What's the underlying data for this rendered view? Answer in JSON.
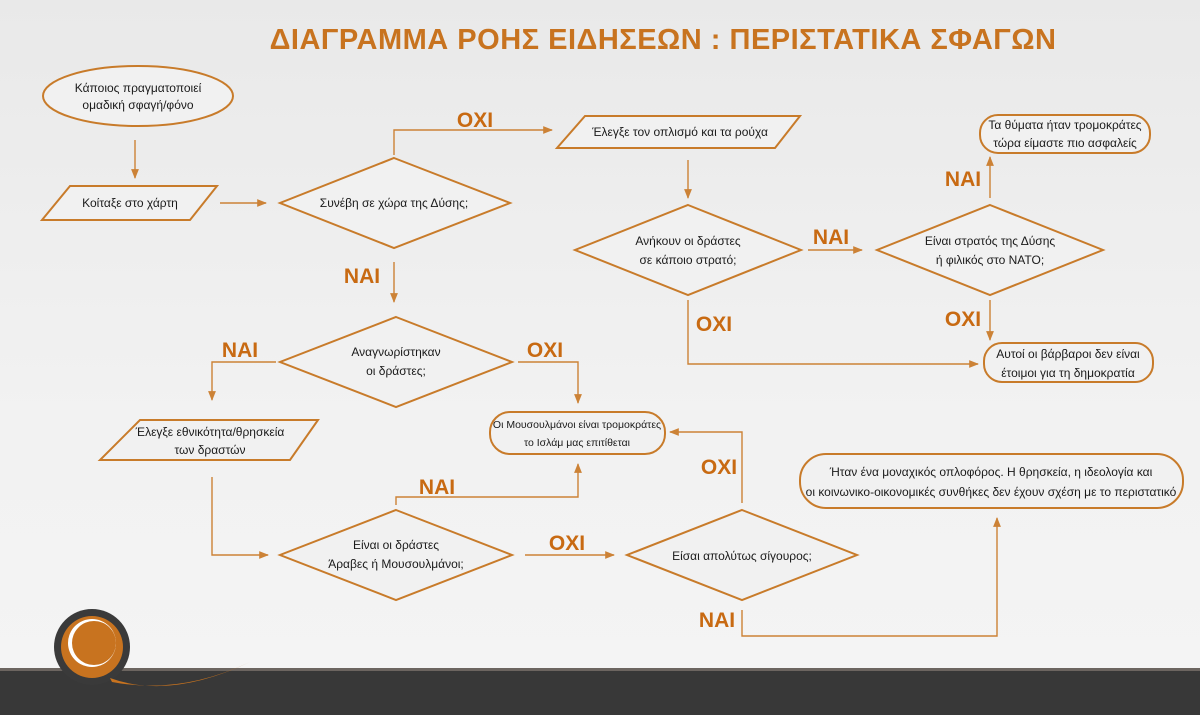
{
  "title": "ΔΙΑΓΡΑΜΜΑ ΡΟΗΣ ΕΙΔΗΣΕΩΝ : ΠΕΡΙΣΤΑΤΙΚΑ ΣΦΑΓΩΝ",
  "colors": {
    "accent": "#c8731f",
    "line": "#cc8236",
    "footer": "#383838"
  },
  "nodes": {
    "start": [
      "Κάποιος  πραγματοποιεί",
      "ομαδική σφαγή/φόνο"
    ],
    "map": [
      "Κοίταξε στο χάρτη"
    ],
    "west": [
      "Συνέβη σε χώρα της Δύσης;"
    ],
    "weapons": [
      "Έλεγξε τον οπλισμό και τα ρούχα"
    ],
    "army": [
      "Ανήκουν οι δράστες",
      "σε κάποιο στρατό;"
    ],
    "nato": [
      "Είναι στρατός της Δύσης",
      "ή φιλικός στο ΝΑΤΟ;"
    ],
    "victims": [
      "Τα θύματα ήταν τρομοκράτες",
      "τώρα είμαστε πιο ασφαλείς"
    ],
    "barbarians": [
      "Αυτοί οι βάρβαροι δεν είναι",
      "έτοιμοι για τη δημοκρατία"
    ],
    "identified": [
      "Αναγνωρίστηκαν",
      "οι δράστες;"
    ],
    "ethnicity": [
      "Έλεγξε εθνικότητα/θρησκεία",
      "των δραστών"
    ],
    "muslims": [
      "Οι Μουσουλμάνοι είναι τρομοκράτες",
      "το Ισλάμ μας επιτίθεται"
    ],
    "arabs": [
      "Είναι οι δράστες",
      "Άραβες ή Μουσουλμάνοι;"
    ],
    "sure": [
      "Είσαι απολύτως σίγουρος;"
    ],
    "lone": [
      "Ήταν ένα μοναχικός οπλοφόρος. Η θρησκεία, η ιδεολογία και",
      "οι κοινωνικο-οικονομικές συνθήκες δεν έχουν σχέση με το περιστατικό"
    ]
  },
  "edge_labels": {
    "west_no": "ΟΧΙ",
    "west_yes": "ΝΑΙ",
    "army_yes": "ΝΑΙ",
    "army_no": "ΟΧΙ",
    "nato_yes": "ΝΑΙ",
    "nato_no": "ΟΧΙ",
    "identified_yes": "ΝΑΙ",
    "identified_no": "ΟΧΙ",
    "arabs_yes": "ΝΑΙ",
    "arabs_no": "ΟΧΙ",
    "sure_no": "ΟΧΙ",
    "sure_yes": "ΝΑΙ"
  },
  "logo": {
    "icon": "q-swirl-logo"
  }
}
